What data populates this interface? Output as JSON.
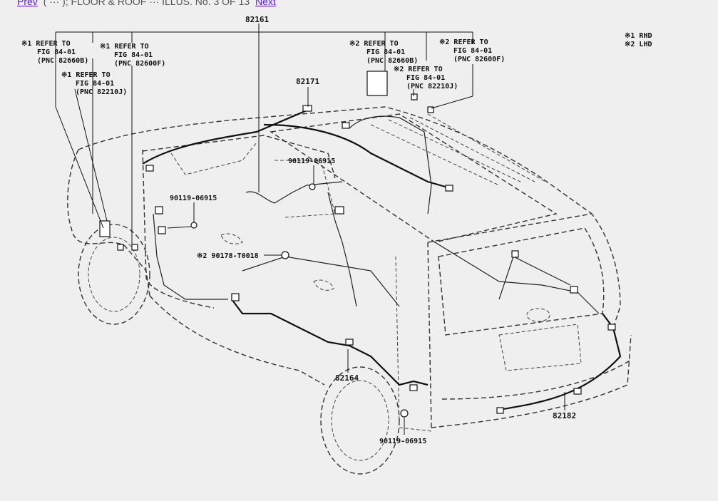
{
  "nav": {
    "prev_label": "Prev",
    "middle_text": "( ··· ); FLOOR & ROOF ··· ILLUS. No. 3 OF 13",
    "next_label": "Next"
  },
  "legend": {
    "rhd": "※1 RHD",
    "lhd": "※2 LHD"
  },
  "callouts": {
    "c1": [
      "※1 REFER TO",
      "FIG 84-01",
      "(PNC 82660B)"
    ],
    "c2": [
      "※1 REFER TO",
      "FIG 84-01",
      "(PNC 82600F)"
    ],
    "c3": [
      "※1 REFER TO",
      "FIG 84-01",
      "(PNC 82210J)"
    ],
    "c4": [
      "※2 REFER TO",
      "FIG 84-01",
      "(PNC 82660B)"
    ],
    "c5": [
      "※2 REFER TO",
      "FIG 84-01",
      "(PNC 82600F)"
    ],
    "c6": [
      "※2 REFER TO",
      "FIG 84-01",
      "(PNC 82210J)"
    ]
  },
  "parts": {
    "p82161": "82161",
    "p82171": "82171",
    "p82164": "82164",
    "p82182": "82182",
    "bolt_a": "90119-06915",
    "bolt_b": "90119-06915",
    "bolt_c": "90119-06915",
    "clip": "※2 90178-T0018"
  }
}
